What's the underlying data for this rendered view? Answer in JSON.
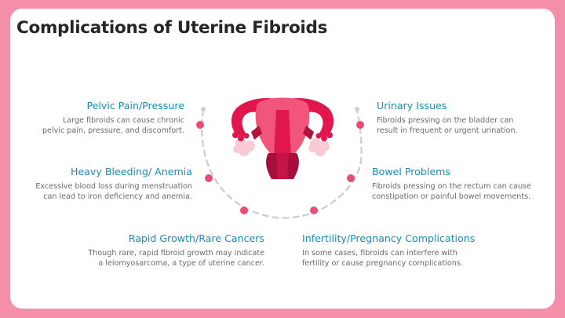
{
  "page": {
    "title": "Complications of Uterine Fibroids",
    "colors": {
      "frame": "#f48faa",
      "card": "#ffffff",
      "heading": "#1a8cb5",
      "body_text": "#6a6a6a",
      "dot": "#ec4b73",
      "arc": "#cfcfcf"
    }
  },
  "illustration": {
    "icon": "uterus-icon"
  },
  "items": [
    {
      "id": "pelvic-pain",
      "title": "Pelvic Pain/Pressure",
      "line1": "Large fibroids can cause chronic",
      "line2": "pelvic pain, pressure, and discomfort."
    },
    {
      "id": "heavy-bleeding",
      "title": "Heavy Bleeding/ Anemia",
      "line1": "Excessive blood loss during menstruation",
      "line2": "can lead to iron deficiency and anemia."
    },
    {
      "id": "rapid-growth",
      "title": "Rapid Growth/Rare Cancers",
      "line1": "Though rare, rapid fibroid growth may indicate",
      "line2": "a leiomyosarcoma, a type of uterine cancer."
    },
    {
      "id": "urinary-issues",
      "title": "Urinary Issues",
      "line1": "Fibroids pressing on the bladder can",
      "line2": "result in frequent or urgent urination."
    },
    {
      "id": "bowel-problems",
      "title": "Bowel Problems",
      "line1": "Fibroids pressing on the rectum can cause",
      "line2": "constipation or painful bowel movements."
    },
    {
      "id": "infertility",
      "title": "Infertility/Pregnancy Complications",
      "line1": "In some cases, fibroids can interfere with",
      "line2": "fertility or cause pregnancy complications."
    }
  ]
}
